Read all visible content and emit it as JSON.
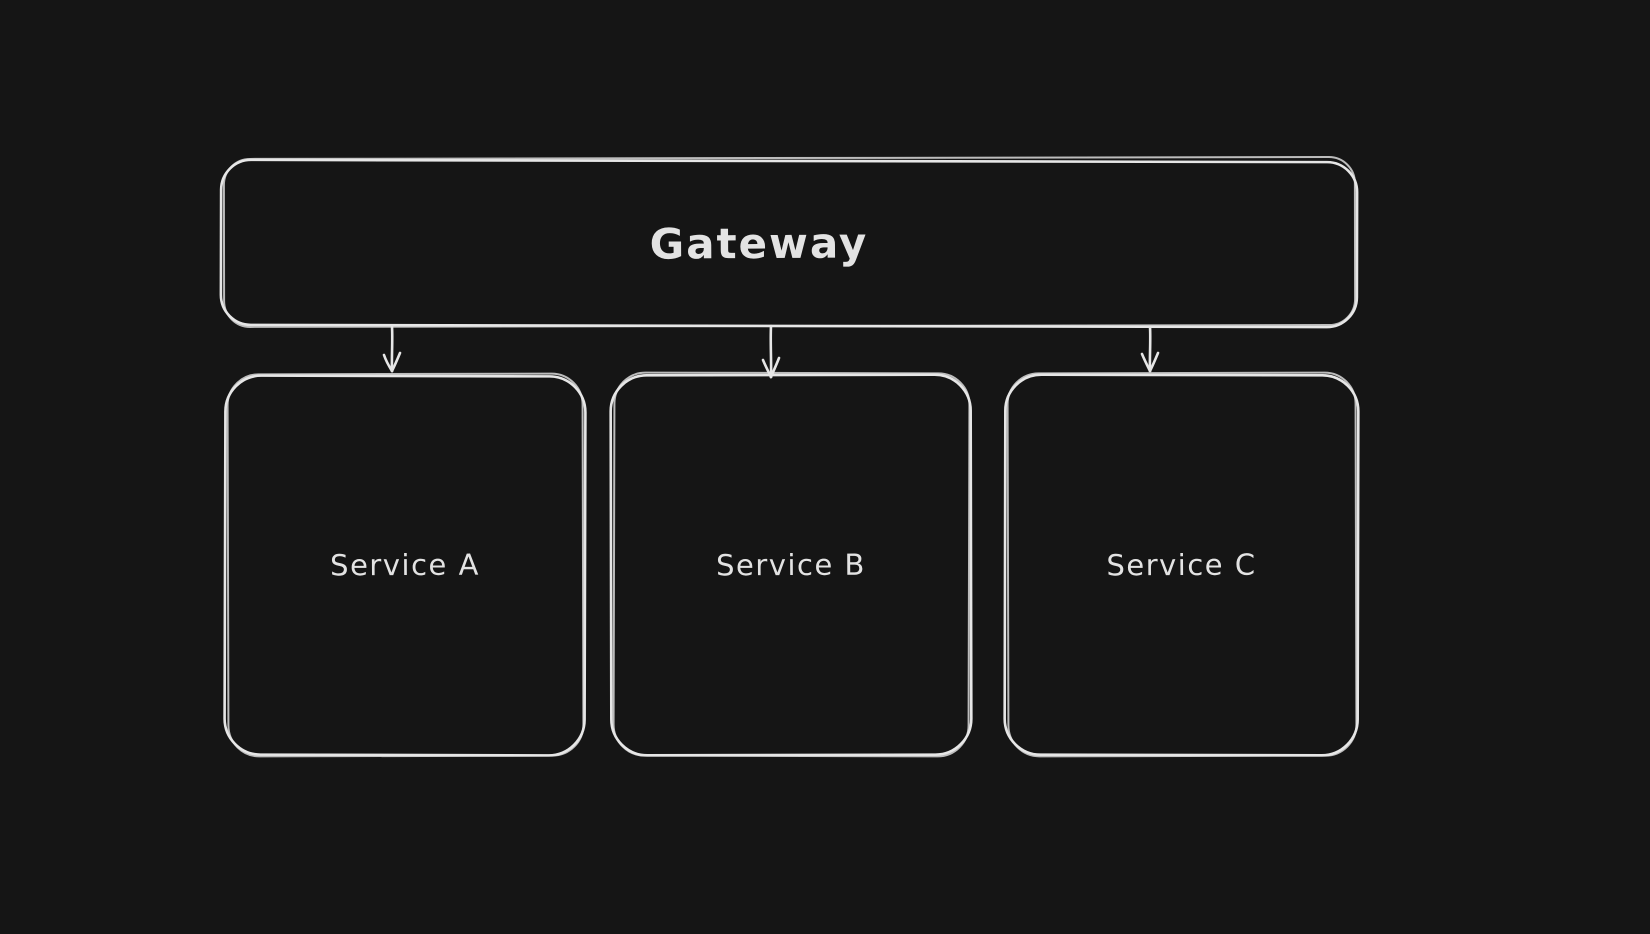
{
  "canvas": {
    "background_color": "#151515",
    "stroke_color": "#e6e6e6",
    "text_color": "#e3e3e3"
  },
  "diagram": {
    "gateway": {
      "label": "Gateway"
    },
    "services": [
      {
        "label": "Service A"
      },
      {
        "label": "Service B"
      },
      {
        "label": "Service C"
      }
    ],
    "edges": [
      {
        "from": "Gateway",
        "to": "Service A"
      },
      {
        "from": "Gateway",
        "to": "Service B"
      },
      {
        "from": "Gateway",
        "to": "Service C"
      }
    ]
  }
}
